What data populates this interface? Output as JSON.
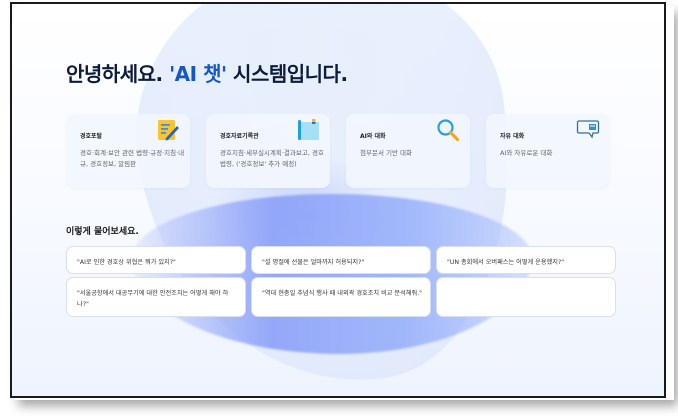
{
  "header": {
    "greeting": "안녕하세요. ",
    "system_name": "'AI 챗'",
    "suffix": " 시스템입니다."
  },
  "cards": [
    {
      "title": "경호포탈",
      "description": "경호·회계·보안 관련 법령·규정·지침·내규, 경호정보, 알림판",
      "icon": "memo-pencil-icon"
    },
    {
      "title": "경호자료기록관",
      "description": "경호지침·세부실시계획·결과보고, 경호법령, ('경호정보' 추가 예정)",
      "icon": "blueprint-scroll-icon"
    },
    {
      "title": "AI와 대화",
      "description": "첨부문서 기반 대화",
      "icon": "magnifier-icon"
    },
    {
      "title": "자유 대화",
      "description": "AI와 자유로운 대화",
      "icon": "chat-bubble-icon"
    }
  ],
  "examples": {
    "title": "이렇게 물어보세요.",
    "prompts": [
      "\"AI로 인한 경호상 위협은 뭐가 있지?\"",
      "\"설 명절에 선물은 얼마까지 허용되지?\"",
      "\"UN 총회에서 오버패스는 어떻게 운용했지?\"",
      "\"서울공항에서 대공무기에 대한 안전조치는 어떻게 해야 하나?\"",
      "\"역대 현충일 추념식 행사 때 내외곽 경호조치 비교 분석해줘.\"",
      ""
    ]
  },
  "colors": {
    "title": "#0d1b3e",
    "accent": "#1556c9",
    "blob": "#8fa4f6"
  }
}
